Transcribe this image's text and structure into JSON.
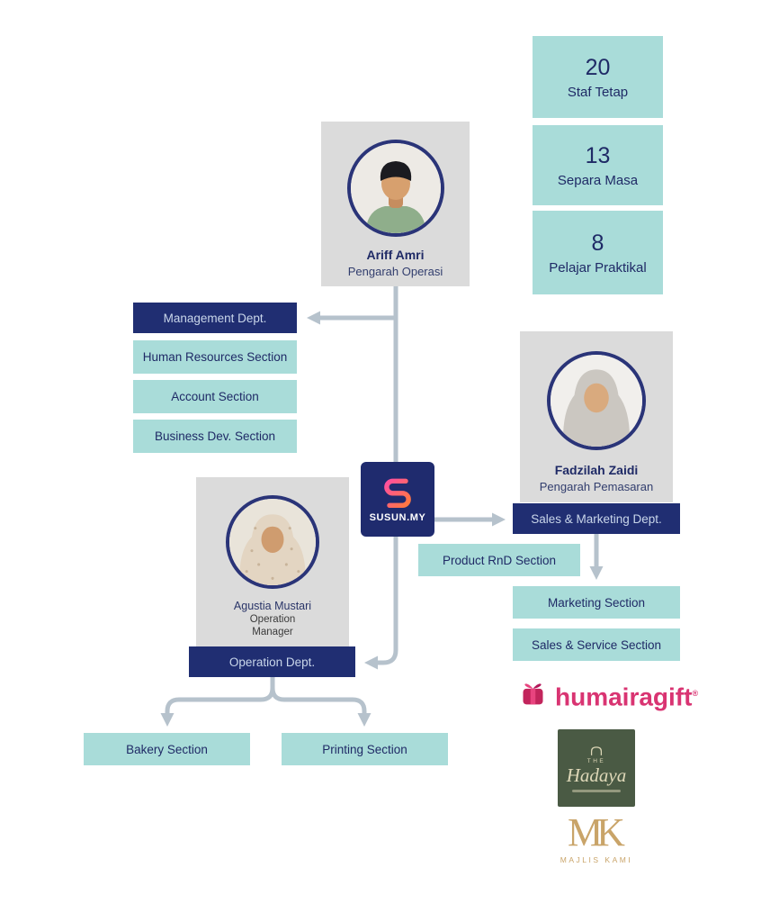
{
  "stats": [
    {
      "value": "20",
      "label": "Staf Tetap"
    },
    {
      "value": "13",
      "label": "Separa Masa"
    },
    {
      "value": "8",
      "label": "Pelajar Praktikal"
    }
  ],
  "org": {
    "director": {
      "name": "Ariff Amri",
      "title": "Pengarah Operasi"
    },
    "marketing_director": {
      "name": "Fadzilah Zaidi",
      "title": "Pengarah Pemasaran"
    },
    "operation_manager": {
      "name": "Agustia Mustari",
      "title_line1": "Operation",
      "title_line2": "Manager"
    }
  },
  "departments": {
    "management": {
      "label": "Management Dept.",
      "sections": [
        "Human Resources Section",
        "Account Section",
        "Business Dev. Section"
      ]
    },
    "sales_marketing": {
      "label": "Sales & Marketing Dept.",
      "rnd_section": "Product RnD Section",
      "sections": [
        "Marketing Section",
        "Sales & Service Section"
      ]
    },
    "operation": {
      "label": "Operation Dept.",
      "sections": [
        "Bakery Section",
        "Printing Section"
      ]
    }
  },
  "logo": {
    "name": "SUSUN.MY"
  },
  "brands": {
    "humairagift": {
      "name": "humairagift",
      "registered": "®"
    },
    "hadaya": {
      "pre": "THE",
      "name": "Hadaya"
    },
    "majlis_kami": {
      "monogram": "MK",
      "label": "MAJLIS KAMI"
    }
  },
  "colors": {
    "teal": "#a9dcd9",
    "navy": "#202e72",
    "card_gray": "#dbdbdb",
    "connector": "#b6c2cc",
    "pink": "#d93472",
    "green": "#4a5a44",
    "gold": "#c9a469"
  }
}
